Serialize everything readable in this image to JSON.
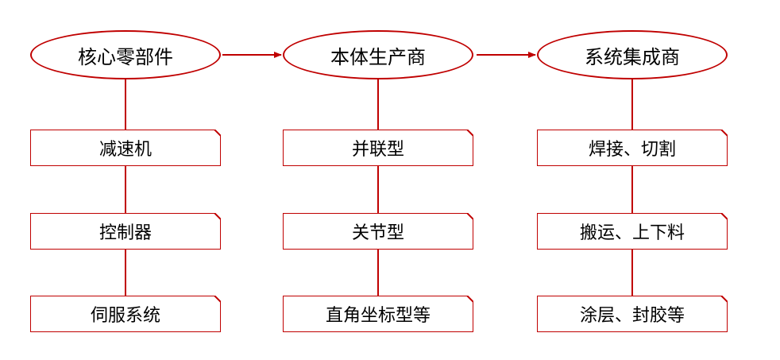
{
  "colors": {
    "stroke": "#c00000"
  },
  "columns": [
    {
      "header": "核心零部件",
      "items": [
        "减速机",
        "控制器",
        "伺服系统"
      ]
    },
    {
      "header": "本体生产商",
      "items": [
        "并联型",
        "关节型",
        "直角坐标型等"
      ]
    },
    {
      "header": "系统集成商",
      "items": [
        "焊接、切割",
        "搬运、上下料",
        "涂层、封胶等"
      ]
    }
  ]
}
